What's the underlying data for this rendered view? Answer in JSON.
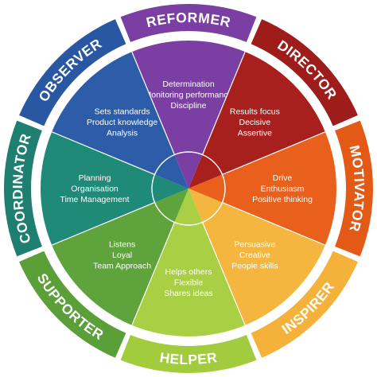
{
  "wheel": {
    "segments": [
      {
        "role": "REFORMER",
        "color": "#7b3fa3",
        "ring_color": "#7b3fa3",
        "lines": [
          "Determination",
          "Monitoring performance",
          "Discipline"
        ]
      },
      {
        "role": "DIRECTOR",
        "color": "#a8201d",
        "ring_color": "#9e1d1a",
        "lines": [
          "Results focus",
          "Decisive",
          "Assertive"
        ]
      },
      {
        "role": "MOTIVATOR",
        "color": "#e8601c",
        "ring_color": "#e35a17",
        "lines": [
          "Drive",
          "Enthusiasm",
          "Positive thinking"
        ]
      },
      {
        "role": "INSPIRER",
        "color": "#f5b640",
        "ring_color": "#f4b23a",
        "lines": [
          "Persuasive",
          "Creative",
          "People skills"
        ]
      },
      {
        "role": "HELPER",
        "color": "#a9cf45",
        "ring_color": "#a3cb3e",
        "lines": [
          "Helps others",
          "Flexible",
          "Shares ideas"
        ]
      },
      {
        "role": "SUPPORTER",
        "color": "#5fa33c",
        "ring_color": "#5a9f37",
        "lines": [
          "Listens",
          "Loyal",
          "Team Approach"
        ]
      },
      {
        "role": "COORDINATOR",
        "color": "#1f8a78",
        "ring_color": "#1e7f70",
        "lines": [
          "Planning",
          "Organisation",
          "Time Management"
        ]
      },
      {
        "role": "OBSERVER",
        "color": "#2d5da8",
        "ring_color": "#2a57a2",
        "lines": [
          "Sets standards",
          "Product knowledge",
          "Analysis"
        ]
      }
    ]
  }
}
